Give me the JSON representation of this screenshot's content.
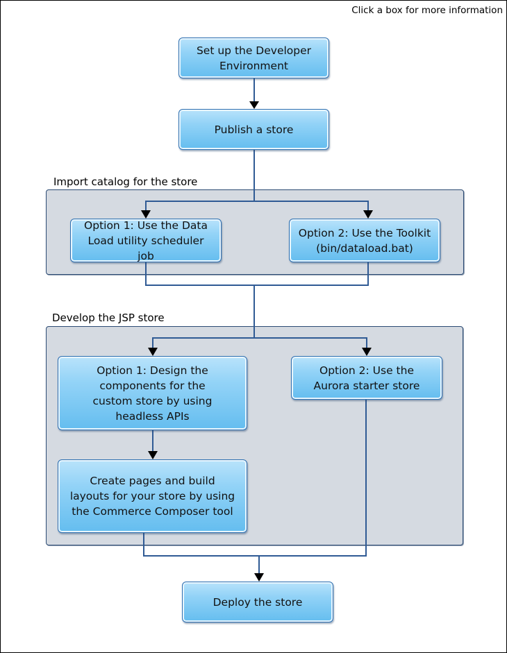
{
  "hint": "Click a box for more information",
  "steps": {
    "setup": "Set up the Developer Environment",
    "publish": "Publish a store",
    "deploy": "Deploy the store"
  },
  "import_group": {
    "label": "Import catalog for the store",
    "option1": "Option 1: Use the Data Load utility scheduler job",
    "option2": "Option 2: Use the Toolkit (bin/dataload.bat)"
  },
  "develop_group": {
    "label": "Develop the JSP store",
    "option1": "Option 1: Design the components for the custom store by using headless APIs",
    "create_pages": "Create pages and build layouts for your store by using the Commerce Composer tool",
    "option2": "Option 2: Use the Aurora starter store"
  },
  "colors": {
    "line": "#2f5a94",
    "arrow": "#000000",
    "box_fill": "#93d3f7",
    "group_fill": "#d5dae1"
  }
}
